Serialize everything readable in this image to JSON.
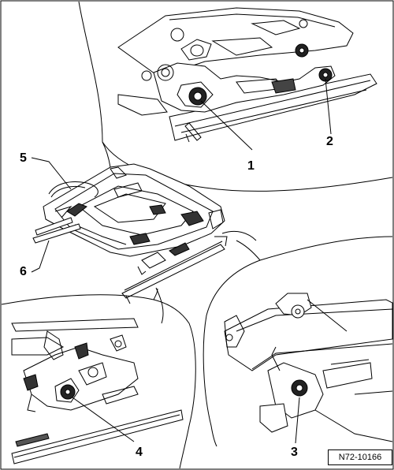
{
  "callouts": {
    "c1": "1",
    "c2": "2",
    "c3": "3",
    "c4": "4",
    "c5": "5",
    "c6": "6"
  },
  "reference": "N72-10166"
}
